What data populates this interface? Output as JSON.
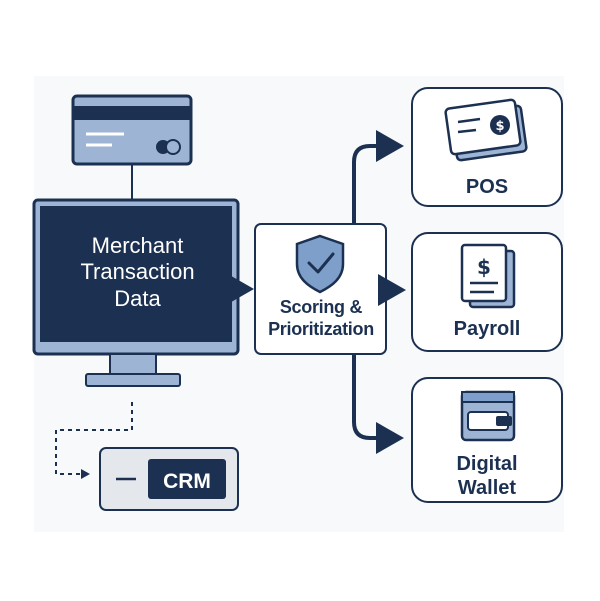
{
  "nodes": {
    "source": {
      "lines": [
        "Merchant",
        "Transaction",
        "Data"
      ]
    },
    "scoring": {
      "lines": [
        "Scoring &",
        "Prioritization"
      ]
    },
    "pos": {
      "label": "POS"
    },
    "payroll": {
      "label": "Payroll"
    },
    "wallet": {
      "lines": [
        "Digital",
        "Wallet"
      ]
    },
    "crm": {
      "label": "CRM"
    }
  },
  "icons": {
    "card": "credit-card-icon",
    "monitor": "computer-monitor-icon",
    "shield": "shield-check-icon",
    "pos": "payment-card-dollar-icon",
    "payroll": "document-dollar-icon",
    "wallet": "wallet-icon"
  },
  "colors": {
    "navy": "#1c3151",
    "blue_light": "#9db4d4",
    "border": "#1c3151",
    "panel_bg": "#f4f6f9"
  }
}
